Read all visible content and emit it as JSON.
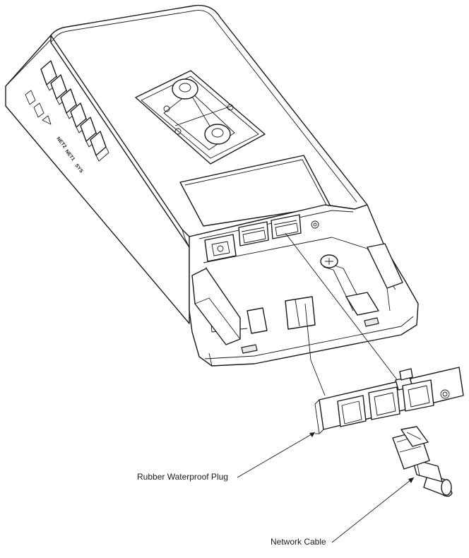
{
  "callouts": {
    "plug": "Rubber Waterproof Plug",
    "cable": "Network Cable"
  },
  "engraved_labels": {
    "net2": "NET2",
    "net1": "NET1",
    "sys": "SYS"
  }
}
